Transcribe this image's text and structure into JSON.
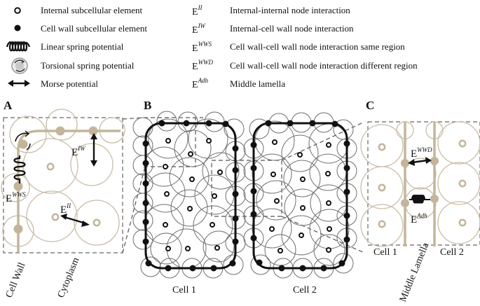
{
  "legend": {
    "items": [
      {
        "icon": "internal-element-icon",
        "label": "Internal subcellular element"
      },
      {
        "icon": "cell-wall-element-icon",
        "label": "Cell wall subcellular element"
      },
      {
        "icon": "linear-spring-icon",
        "label": "Linear spring potential"
      },
      {
        "icon": "torsional-spring-icon",
        "label": "Torsional spring potential"
      },
      {
        "icon": "morse-arrow-icon",
        "label": "Morse potential"
      }
    ],
    "symbols": [
      {
        "base": "E",
        "sup": "II",
        "label": "Internal-internal node interaction"
      },
      {
        "base": "E",
        "sup": "IW",
        "label": "Internal-cell wall node interaction"
      },
      {
        "base": "E",
        "sup": "WWS",
        "label": "Cell wall-cell wall node interaction same region"
      },
      {
        "base": "E",
        "sup": "WWD",
        "label": "Cell wall-cell wall node interaction different region"
      },
      {
        "base": "E",
        "sup": "Adh",
        "label": "Middle lamella"
      }
    ]
  },
  "panels": {
    "a": {
      "label": "A",
      "e_iw": {
        "base": "E",
        "sup": "IW"
      },
      "e_wws": {
        "base": "E",
        "sup": "WWS"
      },
      "e_ii": {
        "base": "E",
        "sup": "II"
      },
      "caption_wall": "Cell Wall",
      "caption_cyto": "Cytoplasm"
    },
    "b": {
      "label": "B",
      "cell1": "Cell 1",
      "cell2": "Cell 2"
    },
    "c": {
      "label": "C",
      "e_wwd": {
        "base": "E",
        "sup": "WWD"
      },
      "e_adh": {
        "base": "E",
        "sup": "Adh"
      },
      "cell1": "Cell 1",
      "cell2": "Cell 2",
      "caption_lamella": "Middle Lamella"
    }
  },
  "colors": {
    "wall_beige": "#c4b59a",
    "ink": "#111111",
    "grid_gray": "#6f6f6f",
    "dash_gray": "#555555"
  }
}
